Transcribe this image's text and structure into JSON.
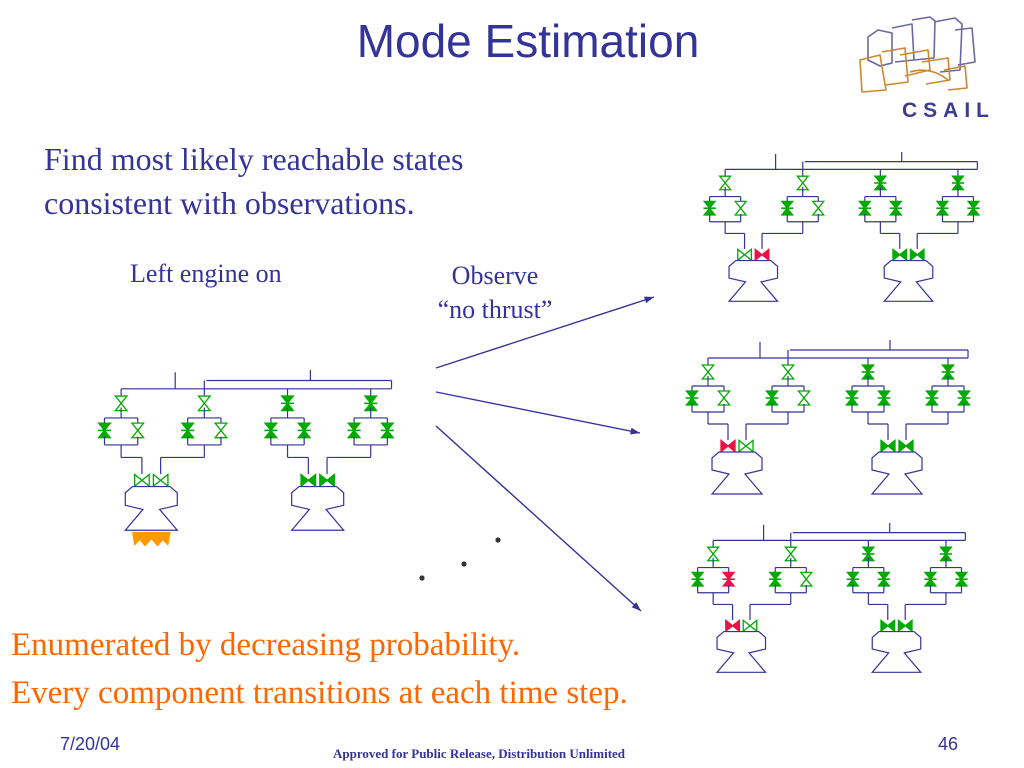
{
  "slide": {
    "title": "Mode Estimation",
    "intro_line1": "Find most likely reachable states",
    "intro_line2": "consistent with observations.",
    "left_label": "Left engine on",
    "observe_line1": "Observe",
    "observe_line2": "“no thrust”",
    "note1": "Enumerated by decreasing probability.",
    "note2": "Every component transitions at each time step.",
    "date": "7/20/04",
    "slide_number": "46",
    "footer": "Approved for Public Release, Distribution Unlimited",
    "logo_text": "CSAIL"
  },
  "colors": {
    "title": "#333399",
    "line": "#333399",
    "valve_closed": "#00aa00",
    "valve_open": "#00aa00",
    "valve_faulty": "#ee1144",
    "flame": "#ff9900",
    "accent_text": "#ff6600",
    "logo": "#cc8833"
  },
  "diagrams": [
    {
      "name": "initial-state",
      "engine_left_firing": true,
      "top_valves": [
        "open",
        "open",
        "closed",
        "closed"
      ],
      "pair_valves": [
        "closed",
        "open",
        "closed",
        "open",
        "closed",
        "closed",
        "closed",
        "closed"
      ],
      "engine_valves": [
        "open",
        "open",
        "closed",
        "closed"
      ]
    },
    {
      "name": "candidate-state-1",
      "engine_left_firing": false,
      "top_valves": [
        "open",
        "open",
        "closed",
        "closed"
      ],
      "pair_valves": [
        "closed",
        "open",
        "closed",
        "open",
        "closed",
        "closed",
        "closed",
        "closed"
      ],
      "engine_valves": [
        "open",
        "faulty",
        "closed",
        "closed"
      ]
    },
    {
      "name": "candidate-state-2",
      "engine_left_firing": false,
      "top_valves": [
        "open",
        "open",
        "closed",
        "closed"
      ],
      "pair_valves": [
        "closed",
        "open",
        "closed",
        "open",
        "closed",
        "closed",
        "closed",
        "closed"
      ],
      "engine_valves": [
        "faulty",
        "open",
        "closed",
        "closed"
      ]
    },
    {
      "name": "candidate-state-3",
      "engine_left_firing": false,
      "top_valves": [
        "open",
        "open",
        "closed",
        "closed"
      ],
      "pair_valves": [
        "closed",
        "faulty",
        "closed",
        "open",
        "closed",
        "closed",
        "closed",
        "closed"
      ],
      "engine_valves": [
        "faulty",
        "open",
        "closed",
        "closed"
      ]
    }
  ]
}
